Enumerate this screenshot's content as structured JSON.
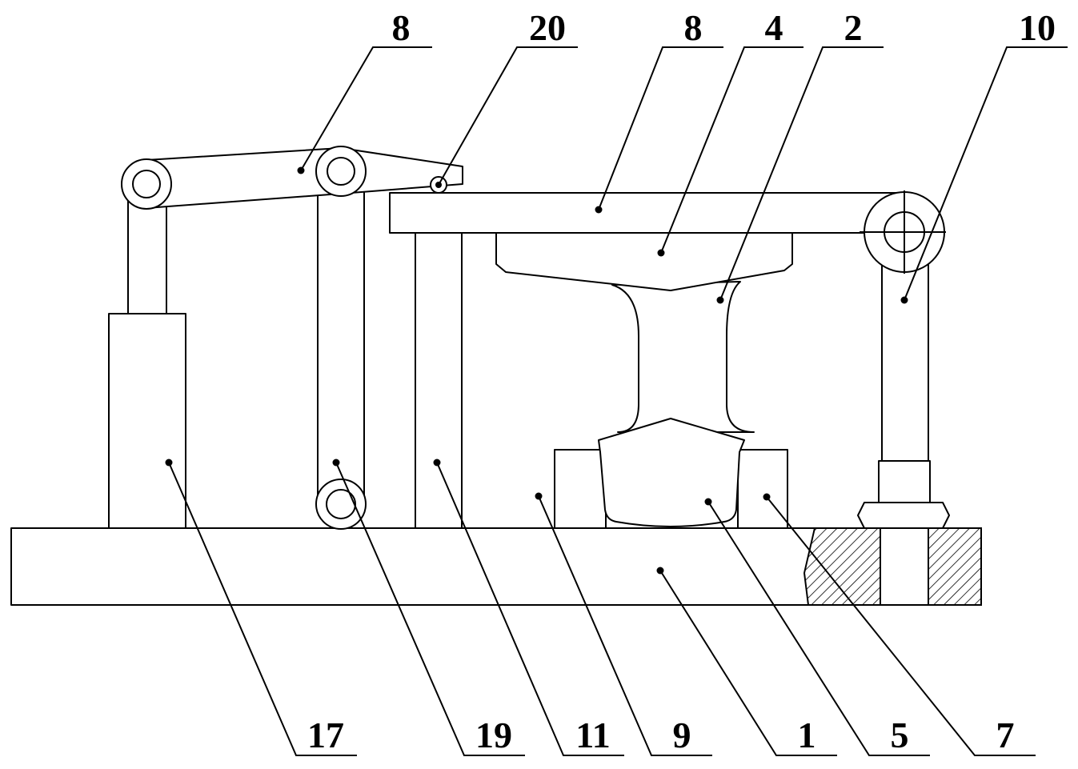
{
  "labels": {
    "top": [
      "8",
      "20",
      "8",
      "4",
      "2",
      "10"
    ],
    "bottom": [
      "17",
      "19",
      "11",
      "9",
      "1",
      "5",
      "7"
    ]
  }
}
